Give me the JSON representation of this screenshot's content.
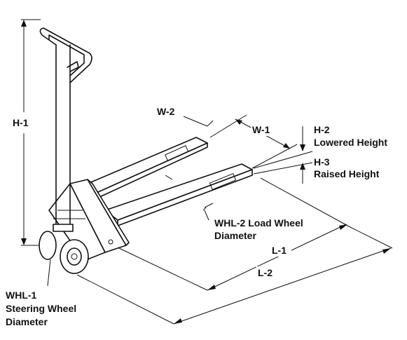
{
  "labels": {
    "h1": "H-1",
    "w2": "W-2",
    "w1": "W-1",
    "h2_code": "H-2",
    "h2_desc": "Lowered Height",
    "h3_code": "H-3",
    "h3_desc": "Raised Height",
    "whl2_line1": "WHL-2 Load Wheel",
    "whl2_line2": "Diameter",
    "l1": "L-1",
    "l2": "L-2",
    "whl1_line1": "WHL-1",
    "whl1_line2": "Steering Wheel",
    "whl1_line3": "Diameter"
  },
  "colors": {
    "ink": "#111111",
    "background": "#ffffff"
  }
}
